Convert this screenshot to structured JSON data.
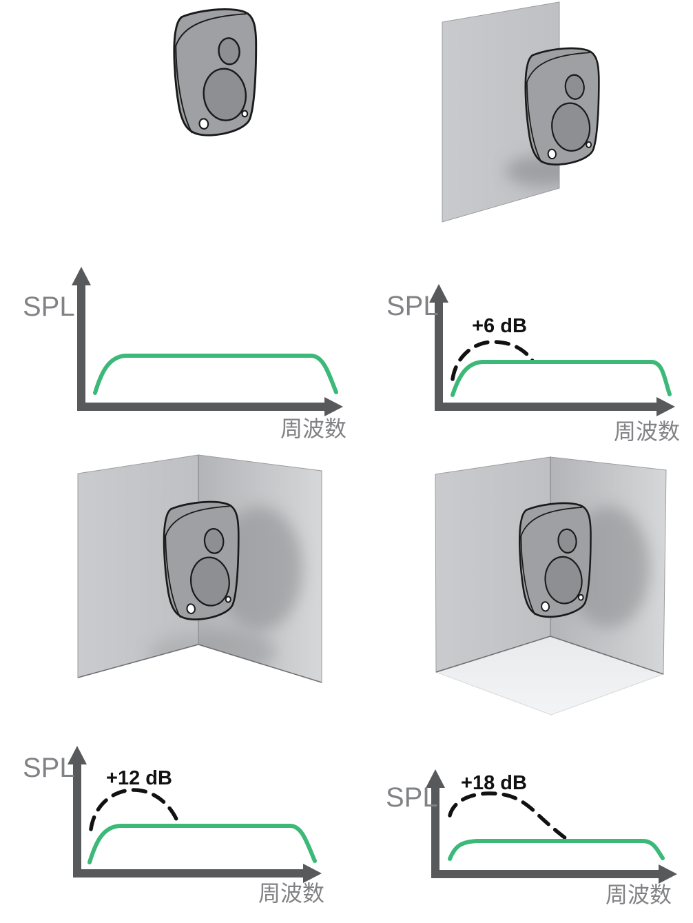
{
  "diagram": {
    "type": "speaker-boundary-loading-illustration",
    "labels": {
      "spl": "SPL",
      "frequency": "周波数"
    },
    "panels": [
      {
        "scene": "speaker-free-standing",
        "boundary_surfaces": 0,
        "boost_label": "",
        "boost_db": 0
      },
      {
        "scene": "speaker-flush-on-one-wall",
        "boundary_surfaces": 1,
        "boost_label": "+6 dB",
        "boost_db": 6
      },
      {
        "scene": "speaker-in-two-wall-corner",
        "boundary_surfaces": 2,
        "boost_label": "+12 dB",
        "boost_db": 12
      },
      {
        "scene": "speaker-in-three-surface-corner",
        "boundary_surfaces": 3,
        "boost_label": "+18 dB",
        "boost_db": 18
      }
    ]
  },
  "colors": {
    "response_curve_green": "#3cb878",
    "boost_curve_black": "#111111",
    "axis_gray": "#58595b",
    "axis_label_gray": "#818285",
    "speaker_body_gray": "#9ea0a3",
    "driver_gray": "#8d8f92",
    "wall_gray": "#c5c6c9",
    "floor_gray": "#eff0f1"
  },
  "chart_data": [
    {
      "type": "line",
      "title": "SPL response — free-standing speaker (no boundary)",
      "xlabel": "周波数",
      "ylabel": "SPL",
      "numeric_axes": false,
      "grid": false,
      "series": [
        {
          "name": "speaker response",
          "style": "solid",
          "color": "#3cb878",
          "points_norm": [
            [
              0.06,
              0.08
            ],
            [
              0.16,
              0.8
            ],
            [
              0.9,
              0.8
            ],
            [
              0.99,
              0.08
            ]
          ],
          "low_frequency_boost_db": 0
        }
      ]
    },
    {
      "type": "line",
      "title": "SPL response — speaker against one wall",
      "xlabel": "周波数",
      "ylabel": "SPL",
      "numeric_axes": false,
      "grid": false,
      "series": [
        {
          "name": "speaker response",
          "style": "solid",
          "color": "#3cb878",
          "points_norm": [
            [
              0.06,
              0.08
            ],
            [
              0.16,
              0.8
            ],
            [
              0.9,
              0.8
            ],
            [
              0.99,
              0.08
            ]
          ]
        },
        {
          "name": "low-frequency boundary boost",
          "style": "dashed",
          "color": "#111111",
          "label": "+6 dB",
          "peak_boost_db": 6,
          "points_norm": [
            [
              0.06,
              0.22
            ],
            [
              0.18,
              1.05
            ],
            [
              0.34,
              0.78
            ]
          ]
        }
      ]
    },
    {
      "type": "line",
      "title": "SPL response — speaker in a two-wall corner",
      "xlabel": "周波数",
      "ylabel": "SPL",
      "numeric_axes": false,
      "grid": false,
      "series": [
        {
          "name": "speaker response",
          "style": "solid",
          "color": "#3cb878",
          "points_norm": [
            [
              0.06,
              0.08
            ],
            [
              0.16,
              0.8
            ],
            [
              0.9,
              0.8
            ],
            [
              0.99,
              0.08
            ]
          ]
        },
        {
          "name": "low-frequency boundary boost",
          "style": "dashed",
          "color": "#111111",
          "label": "+12 dB",
          "peak_boost_db": 12,
          "points_norm": [
            [
              0.06,
              0.35
            ],
            [
              0.21,
              1.35
            ],
            [
              0.37,
              0.82
            ]
          ]
        }
      ]
    },
    {
      "type": "line",
      "title": "SPL response — speaker in a three-surface corner (two walls + floor)",
      "xlabel": "周波数",
      "ylabel": "SPL",
      "numeric_axes": false,
      "grid": false,
      "series": [
        {
          "name": "speaker response",
          "style": "solid",
          "color": "#3cb878",
          "points_norm": [
            [
              0.06,
              0.08
            ],
            [
              0.16,
              0.55
            ],
            [
              0.9,
              0.55
            ],
            [
              0.99,
              0.08
            ]
          ]
        },
        {
          "name": "low-frequency boundary boost",
          "style": "dashed",
          "color": "#111111",
          "label": "+18 dB",
          "peak_boost_db": 18,
          "points_norm": [
            [
              0.06,
              0.62
            ],
            [
              0.22,
              1.1
            ],
            [
              0.5,
              0.56
            ]
          ]
        }
      ]
    }
  ]
}
